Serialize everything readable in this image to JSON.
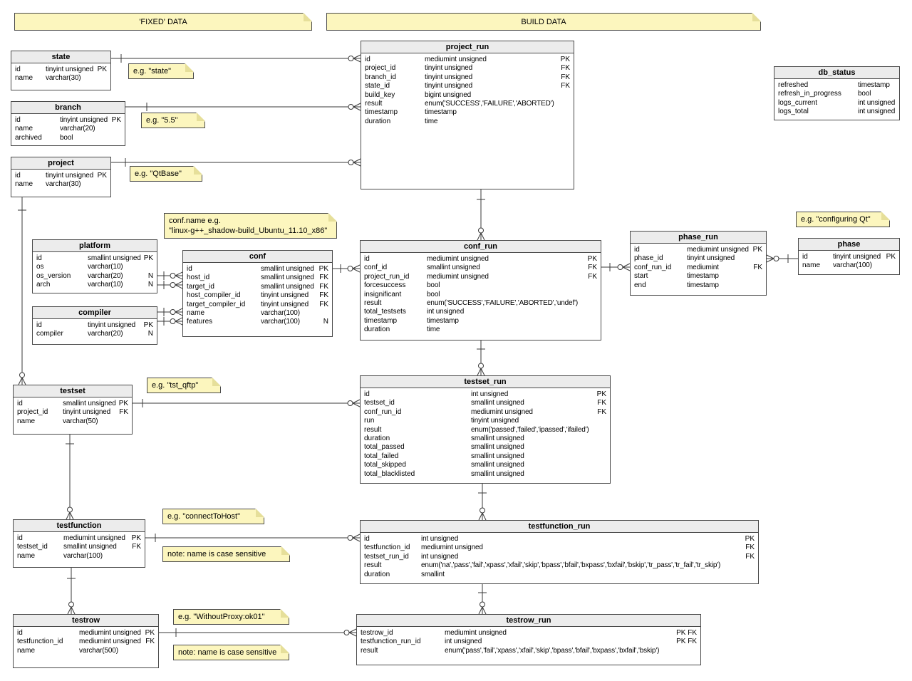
{
  "banners": {
    "fixed_label": "'FIXED' DATA",
    "build_label": "BUILD DATA"
  },
  "colors": {
    "note_bg": "#FCF6BE",
    "note_fold": "#E6DF9A",
    "header_bg": "#ECECEC",
    "border": "#4A4A4A",
    "line": "#3A3A3A",
    "background": "#FFFFFF"
  },
  "tables": {
    "state": {
      "title": "state",
      "rows": [
        [
          "id",
          "tinyint unsigned",
          "PK"
        ],
        [
          "name",
          "varchar(30)",
          ""
        ]
      ]
    },
    "branch": {
      "title": "branch",
      "rows": [
        [
          "id",
          "tinyint unsigned",
          "PK"
        ],
        [
          "name",
          "varchar(20)",
          ""
        ],
        [
          "archived",
          "bool",
          ""
        ]
      ]
    },
    "project": {
      "title": "project",
      "rows": [
        [
          "id",
          "tinyint unsigned",
          "PK"
        ],
        [
          "name",
          "varchar(30)",
          ""
        ]
      ]
    },
    "project_run": {
      "title": "project_run",
      "rows": [
        [
          "id",
          "mediumint unsigned",
          "PK"
        ],
        [
          "project_id",
          "tinyint unsigned",
          "FK"
        ],
        [
          "branch_id",
          "tinyint unsigned",
          "FK"
        ],
        [
          "state_id",
          "tinyint unsigned",
          "FK"
        ],
        [
          "build_key",
          "bigint unsigned",
          ""
        ],
        [
          "result",
          "enum('SUCCESS','FAILURE','ABORTED')",
          ""
        ],
        [
          "timestamp",
          "timestamp",
          ""
        ],
        [
          "duration",
          "time",
          ""
        ]
      ]
    },
    "db_status": {
      "title": "db_status",
      "rows": [
        [
          "refreshed",
          "timestamp",
          ""
        ],
        [
          "refresh_in_progress",
          "bool",
          ""
        ],
        [
          "logs_current",
          "int unsigned",
          ""
        ],
        [
          "logs_total",
          "int unsigned",
          ""
        ]
      ]
    },
    "platform": {
      "title": "platform",
      "rows": [
        [
          "id",
          "smallint unsigned",
          "PK"
        ],
        [
          "os",
          "varchar(10)",
          ""
        ],
        [
          "os_version",
          "varchar(20)",
          "N"
        ],
        [
          "arch",
          "varchar(10)",
          "N"
        ]
      ]
    },
    "compiler": {
      "title": "compiler",
      "rows": [
        [
          "id",
          "tinyint unsigned",
          "PK"
        ],
        [
          "compiler",
          "varchar(20)",
          "N"
        ]
      ]
    },
    "conf": {
      "title": "conf",
      "rows": [
        [
          "id",
          "smallint unsigned",
          "PK"
        ],
        [
          "host_id",
          "smallint unsigned",
          "FK"
        ],
        [
          "target_id",
          "smallint unsigned",
          "FK"
        ],
        [
          "host_compiler_id",
          "tinyint unsigned",
          "FK"
        ],
        [
          "target_compiler_id",
          "tinyint unsigned",
          "FK"
        ],
        [
          "name",
          "varchar(100)",
          ""
        ],
        [
          "features",
          "varchar(100)",
          "N"
        ]
      ]
    },
    "conf_run": {
      "title": "conf_run",
      "rows": [
        [
          "id",
          "mediumint unsigned",
          "PK"
        ],
        [
          "conf_id",
          "smallint unsigned",
          "FK"
        ],
        [
          "project_run_id",
          "mediumint unsigned",
          "FK"
        ],
        [
          "forcesuccess",
          "bool",
          ""
        ],
        [
          "insignificant",
          "bool",
          ""
        ],
        [
          "result",
          "enum('SUCCESS','FAILURE','ABORTED','undef')",
          ""
        ],
        [
          "total_testsets",
          "int unsigned",
          ""
        ],
        [
          "timestamp",
          "timestamp",
          ""
        ],
        [
          "duration",
          "time",
          ""
        ]
      ]
    },
    "phase_run": {
      "title": "phase_run",
      "rows": [
        [
          "id",
          "mediumint unsigned",
          "PK"
        ],
        [
          "phase_id",
          "tinyint unsigned",
          ""
        ],
        [
          "conf_run_id",
          "mediumint",
          "FK"
        ],
        [
          "start",
          "timestamp",
          ""
        ],
        [
          "end",
          "timestamp",
          ""
        ]
      ]
    },
    "phase": {
      "title": "phase",
      "rows": [
        [
          "id",
          "tinyint unsigned",
          "PK"
        ],
        [
          "name",
          "varchar(100)",
          ""
        ]
      ]
    },
    "testset": {
      "title": "testset",
      "rows": [
        [
          "id",
          "smallint unsigned",
          "PK"
        ],
        [
          "project_id",
          "tinyint unsigned",
          "FK"
        ],
        [
          "name",
          "varchar(50)",
          ""
        ]
      ]
    },
    "testset_run": {
      "title": "testset_run",
      "rows": [
        [
          "id",
          "int unsigned",
          "PK"
        ],
        [
          "testset_id",
          "smallint unsigned",
          "FK"
        ],
        [
          "conf_run_id",
          "mediumint unsigned",
          "FK"
        ],
        [
          "run",
          "tinyint unsigned",
          ""
        ],
        [
          "result",
          "enum('passed','failed','ipassed','ifailed')",
          ""
        ],
        [
          "duration",
          "smallint unsigned",
          ""
        ],
        [
          "total_passed",
          "smallint unsigned",
          ""
        ],
        [
          "total_failed",
          "smallint unsigned",
          ""
        ],
        [
          "total_skipped",
          "smallint unsigned",
          ""
        ],
        [
          "total_blacklisted",
          "smallint unsigned",
          ""
        ]
      ]
    },
    "testfunction": {
      "title": "testfunction",
      "rows": [
        [
          "id",
          "mediumint unsigned",
          "PK"
        ],
        [
          "testset_id",
          "smallint unsigned",
          "FK"
        ],
        [
          "name",
          "varchar(100)",
          ""
        ]
      ]
    },
    "testfunction_run": {
      "title": "testfunction_run",
      "rows": [
        [
          "id",
          "int unsigned",
          "PK"
        ],
        [
          "testfunction_id",
          "mediumint unsigned",
          "FK"
        ],
        [
          "testset_run_id",
          "int unsigned",
          "FK"
        ],
        [
          "result",
          "enum('na','pass','fail','xpass','xfail','skip','bpass','bfail','bxpass','bxfail','bskip','tr_pass','tr_fail','tr_skip')",
          ""
        ],
        [
          "duration",
          "smallint",
          ""
        ]
      ]
    },
    "testrow": {
      "title": "testrow",
      "rows": [
        [
          "id",
          "mediumint unsigned",
          "PK"
        ],
        [
          "testfunction_id",
          "mediumint unsigned",
          "FK"
        ],
        [
          "name",
          "varchar(500)",
          ""
        ]
      ]
    },
    "testrow_run": {
      "title": "testrow_run",
      "rows": [
        [
          "testrow_id",
          "mediumint unsigned",
          "PK FK"
        ],
        [
          "testfunction_run_id",
          "int unsigned",
          "PK FK"
        ],
        [
          "result",
          "enum('pass','fail','xpass','xfail','skip','bpass','bfail','bxpass','bxfail','bskip')",
          ""
        ]
      ]
    }
  },
  "notes": {
    "state_example": "e.g. \"state\"",
    "branch_example": "e.g. \"5.5\"",
    "project_example": "e.g. \"QtBase\"",
    "conf_name_example_line1": "conf.name e.g.",
    "conf_name_example_line2": "\"linux-g++_shadow-build_Ubuntu_11.10_x86\"",
    "phase_example": "e.g. \"configuring Qt\"",
    "testset_example": "e.g. \"tst_qftp\"",
    "testfunction_example": "e.g. \"connectToHost\"",
    "testfunction_case_note": "note: name is case sensitive",
    "testrow_example": "e.g. \"WithoutProxy:ok01\"",
    "testrow_case_note": "note: name is case sensitive"
  },
  "relationships": [
    {
      "from": "state",
      "to": "project_run",
      "cardinality": "one-to-zero-or-many"
    },
    {
      "from": "branch",
      "to": "project_run",
      "cardinality": "one-to-zero-or-many"
    },
    {
      "from": "project",
      "to": "project_run",
      "cardinality": "one-to-zero-or-many"
    },
    {
      "from": "project",
      "to": "testset",
      "cardinality": "one-to-zero-or-many"
    },
    {
      "from": "project_run",
      "to": "conf_run",
      "cardinality": "one-to-zero-or-many"
    },
    {
      "from": "platform",
      "to": "conf (host_id)",
      "cardinality": "one-to-zero-or-many"
    },
    {
      "from": "platform",
      "to": "conf (target_id)",
      "cardinality": "one-to-zero-or-many"
    },
    {
      "from": "compiler",
      "to": "conf (host_compiler_id)",
      "cardinality": "one-to-zero-or-many"
    },
    {
      "from": "compiler",
      "to": "conf (target_compiler_id)",
      "cardinality": "one-to-zero-or-many"
    },
    {
      "from": "conf",
      "to": "conf_run",
      "cardinality": "one-to-zero-or-many"
    },
    {
      "from": "conf_run",
      "to": "phase_run",
      "cardinality": "one-to-zero-or-many"
    },
    {
      "from": "phase",
      "to": "phase_run",
      "cardinality": "one-to-zero-or-many"
    },
    {
      "from": "conf_run",
      "to": "testset_run",
      "cardinality": "one-to-zero-or-many"
    },
    {
      "from": "testset",
      "to": "testset_run",
      "cardinality": "one-to-zero-or-many"
    },
    {
      "from": "testset",
      "to": "testfunction",
      "cardinality": "one-to-zero-or-many"
    },
    {
      "from": "testset_run",
      "to": "testfunction_run",
      "cardinality": "one-to-zero-or-many"
    },
    {
      "from": "testfunction",
      "to": "testfunction_run",
      "cardinality": "one-to-zero-or-many"
    },
    {
      "from": "testfunction",
      "to": "testrow",
      "cardinality": "one-to-zero-or-many"
    },
    {
      "from": "testfunction_run",
      "to": "testrow_run",
      "cardinality": "one-to-zero-or-many"
    },
    {
      "from": "testrow",
      "to": "testrow_run",
      "cardinality": "one-to-zero-or-many"
    }
  ]
}
